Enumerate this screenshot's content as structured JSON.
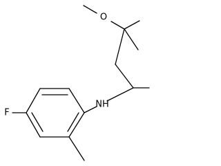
{
  "molecule": {
    "atom_labels": {
      "methoxy_oxygen": "O",
      "fluorine": "F",
      "amine_nitrogen": "NH"
    }
  }
}
